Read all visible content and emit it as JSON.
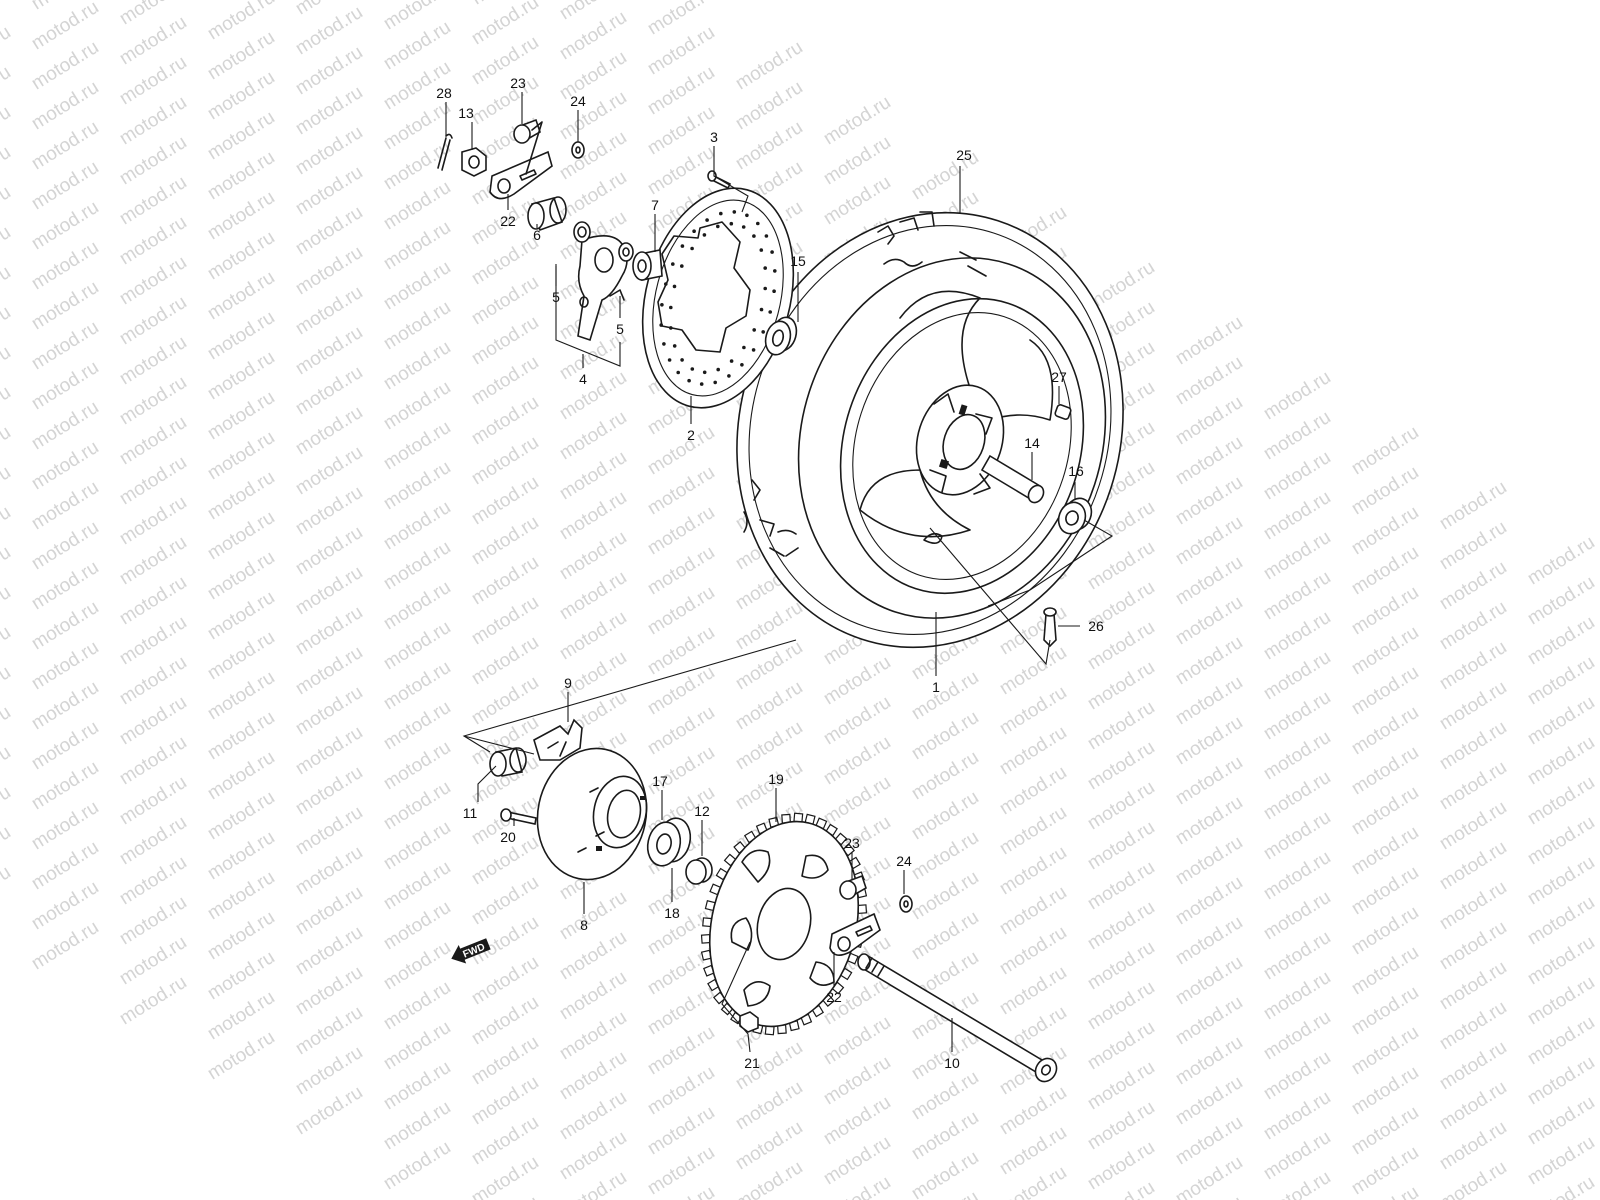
{
  "watermark": {
    "text": "motod.ru",
    "color": "#d4d4d4"
  },
  "direction_badge": {
    "text": "FWD",
    "icon": "arrow-left-icon"
  },
  "callouts": [
    {
      "id": "c-28",
      "text": "28"
    },
    {
      "id": "c-13",
      "text": "13"
    },
    {
      "id": "c-23a",
      "text": "23"
    },
    {
      "id": "c-24a",
      "text": "24"
    },
    {
      "id": "c-22a",
      "text": "22"
    },
    {
      "id": "c-6",
      "text": "6"
    },
    {
      "id": "c-5a",
      "text": "5"
    },
    {
      "id": "c-5b",
      "text": "5"
    },
    {
      "id": "c-4",
      "text": "4"
    },
    {
      "id": "c-7",
      "text": "7"
    },
    {
      "id": "c-3",
      "text": "3"
    },
    {
      "id": "c-2",
      "text": "2"
    },
    {
      "id": "c-15",
      "text": "15"
    },
    {
      "id": "c-25",
      "text": "25"
    },
    {
      "id": "c-27",
      "text": "27"
    },
    {
      "id": "c-14",
      "text": "14"
    },
    {
      "id": "c-16",
      "text": "16"
    },
    {
      "id": "c-26",
      "text": "26"
    },
    {
      "id": "c-1",
      "text": "1"
    },
    {
      "id": "c-9",
      "text": "9"
    },
    {
      "id": "c-11",
      "text": "11"
    },
    {
      "id": "c-20",
      "text": "20"
    },
    {
      "id": "c-17",
      "text": "17"
    },
    {
      "id": "c-12",
      "text": "12"
    },
    {
      "id": "c-19",
      "text": "19"
    },
    {
      "id": "c-18",
      "text": "18"
    },
    {
      "id": "c-8",
      "text": "8"
    },
    {
      "id": "c-23b",
      "text": "23"
    },
    {
      "id": "c-24b",
      "text": "24"
    },
    {
      "id": "c-22b",
      "text": "22"
    },
    {
      "id": "c-21",
      "text": "21"
    },
    {
      "id": "c-10",
      "text": "10"
    }
  ]
}
